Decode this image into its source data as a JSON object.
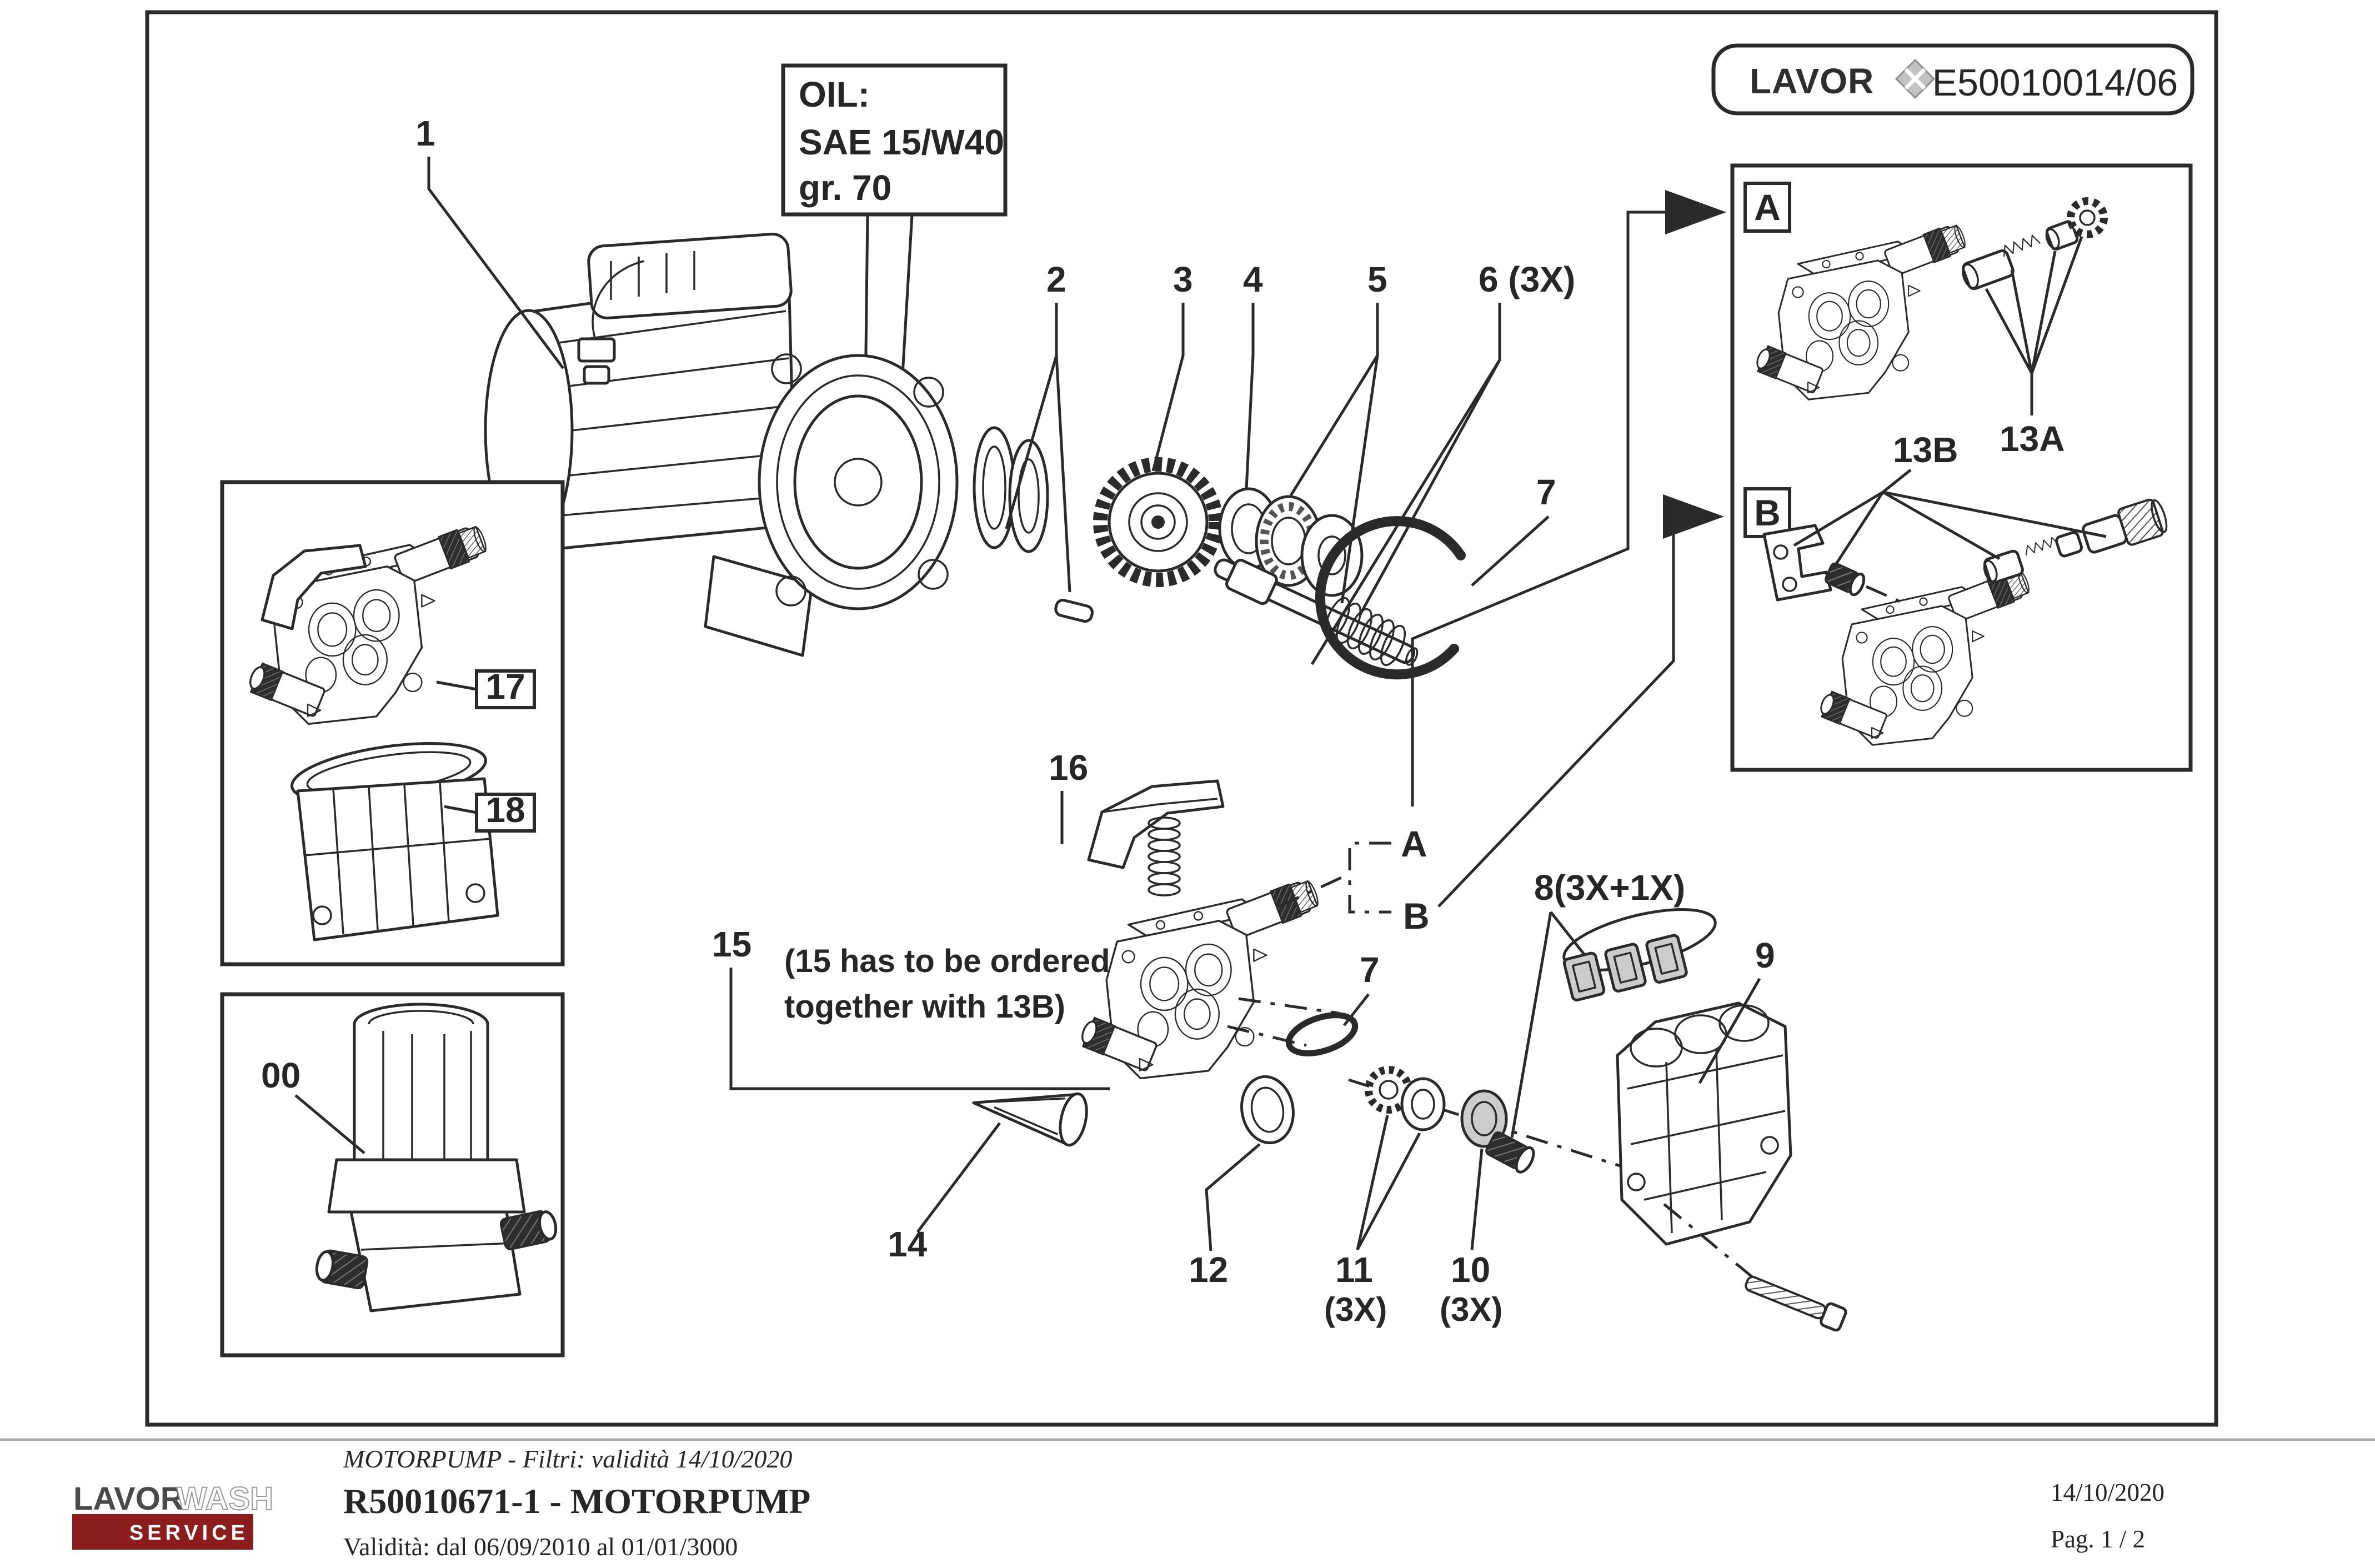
{
  "header": {
    "brand": "LAVOR",
    "doc_number": "E50010014/06"
  },
  "oil_note": {
    "title": "OIL:",
    "spec": "SAE 15/W40",
    "grade": "gr.  70"
  },
  "diagram": {
    "callouts": {
      "c1": "1",
      "c2": "2",
      "c3": "3",
      "c4": "4",
      "c5": "5",
      "c6": "6 (3X)",
      "c7_top": "7",
      "c7_mid": "7",
      "c8": "8(3X+1X)",
      "c9": "9",
      "c10": "10",
      "c10_qty": "(3X)",
      "c11": "11",
      "c11_qty": "(3X)",
      "c12": "12",
      "c14": "14",
      "c15": "15",
      "c16": "16",
      "c13a": "13A",
      "c13b": "13B",
      "c00": "00",
      "ref_a": "A",
      "ref_b": "B"
    },
    "inset_labels": {
      "a": "A",
      "b": "B",
      "p17": "17",
      "p18": "18"
    },
    "order_note": {
      "line1": "(15 has to be ordered",
      "line2": "together with 13B)"
    }
  },
  "footer": {
    "series_line": "MOTORPUMP - Filtri: validità 14/10/2020",
    "title": "R50010671-1 - MOTORPUMP",
    "validity": "Validità: dal 06/09/2010 al 01/01/3000",
    "date": "14/10/2020",
    "page": "Pag. 1 / 2",
    "logo": {
      "lavor": "LAVOR",
      "wash": "WASH",
      "service": "SERVICE"
    }
  },
  "colors": {
    "line": "#2a2a2a",
    "logo_red": "#8b1d1d",
    "logo_gray": "#4a4a4a"
  }
}
